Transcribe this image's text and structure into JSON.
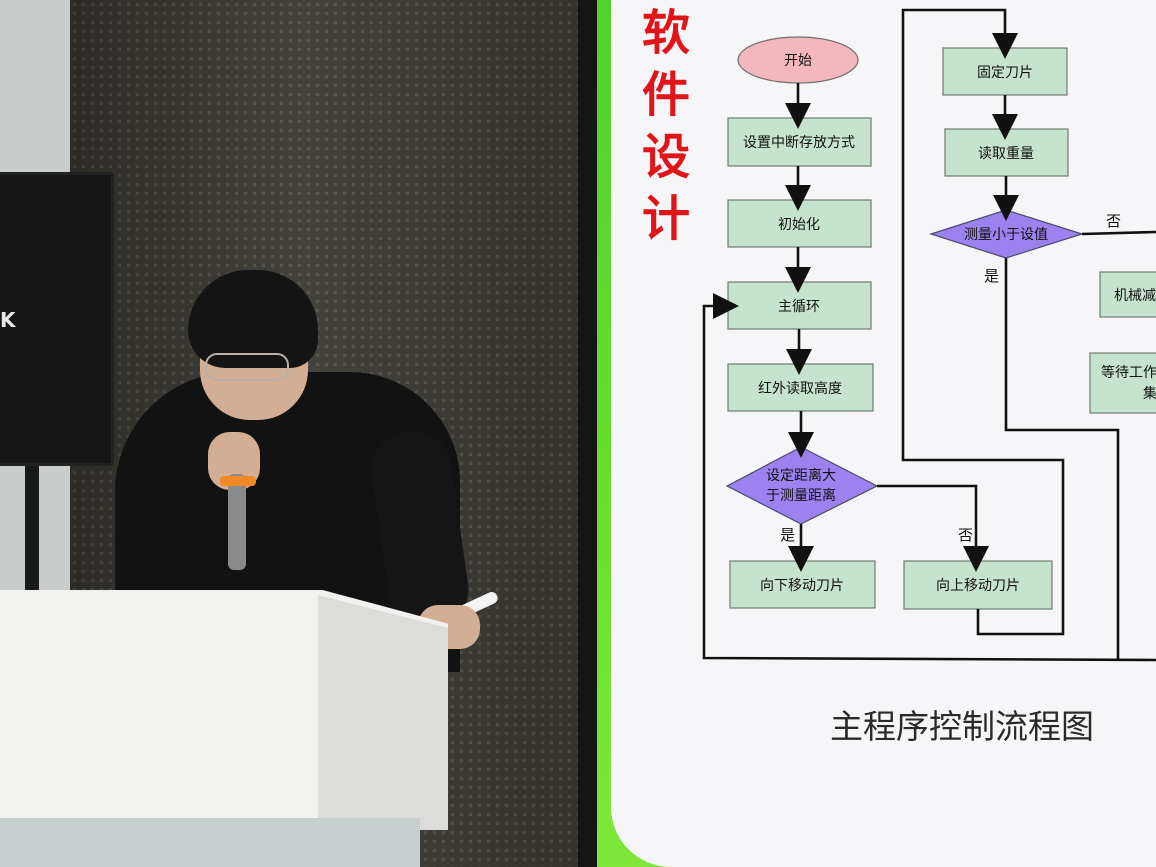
{
  "slide": {
    "title_chars": [
      "软",
      "件",
      "设",
      "计"
    ],
    "caption": "主程序控制流程图",
    "flowchart": {
      "start": "开始",
      "set_interrupt": "设置中断存放方式",
      "init": "初始化",
      "main_loop": "主循环",
      "ir_read": "红外读取高度",
      "decision_distance_line1": "设定距离大",
      "decision_distance_line2": "于测量距离",
      "yes": "是",
      "no": "否",
      "move_down": "向下移动刀片",
      "move_up": "向上移动刀片",
      "fix_blade": "固定刀片",
      "read_weight": "读取重量",
      "decision_weight": "测量小于设值",
      "machine_partial": "机械减",
      "wait_partial_line1": "等待工作",
      "wait_partial_line2": "集"
    }
  },
  "speaker_logo": "K",
  "colors": {
    "title_red": "#e0151a",
    "box_fill": "#c5e3cf",
    "decision_fill": "#9b82ef",
    "start_fill": "#f4b7c0",
    "screen_border_green": "#5dd62f"
  }
}
